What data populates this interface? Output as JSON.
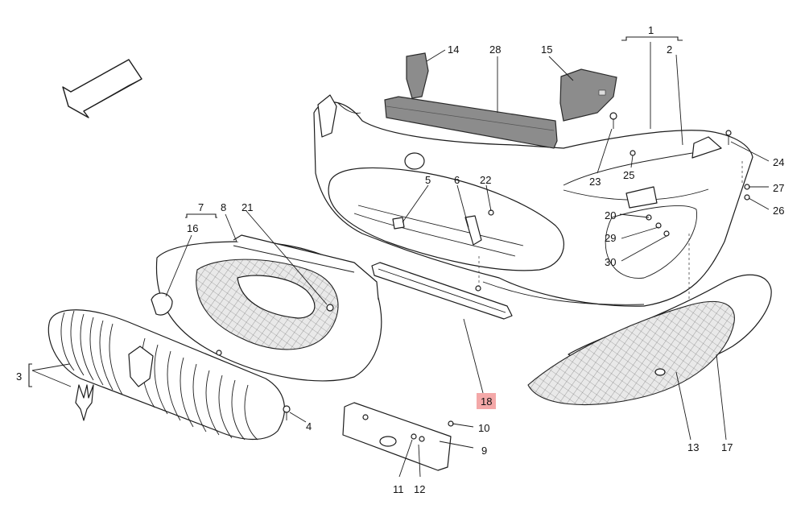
{
  "callouts": [
    {
      "id": "1",
      "text": "1"
    },
    {
      "id": "2",
      "text": "2"
    },
    {
      "id": "3",
      "text": "3"
    },
    {
      "id": "4",
      "text": "4"
    },
    {
      "id": "5",
      "text": "5"
    },
    {
      "id": "6",
      "text": "6"
    },
    {
      "id": "7",
      "text": "7"
    },
    {
      "id": "8",
      "text": "8"
    },
    {
      "id": "9",
      "text": "9"
    },
    {
      "id": "10",
      "text": "10"
    },
    {
      "id": "11",
      "text": "11"
    },
    {
      "id": "12",
      "text": "12"
    },
    {
      "id": "13",
      "text": "13"
    },
    {
      "id": "14",
      "text": "14"
    },
    {
      "id": "15",
      "text": "15"
    },
    {
      "id": "16",
      "text": "16"
    },
    {
      "id": "17",
      "text": "17"
    },
    {
      "id": "18",
      "text": "18",
      "highlighted": true
    },
    {
      "id": "20",
      "text": "20"
    },
    {
      "id": "21",
      "text": "21"
    },
    {
      "id": "22",
      "text": "22"
    },
    {
      "id": "23",
      "text": "23"
    },
    {
      "id": "24",
      "text": "24"
    },
    {
      "id": "25",
      "text": "25"
    },
    {
      "id": "26",
      "text": "26"
    },
    {
      "id": "27",
      "text": "27"
    },
    {
      "id": "28",
      "text": "28"
    },
    {
      "id": "29",
      "text": "29"
    },
    {
      "id": "30",
      "text": "30"
    }
  ],
  "colors": {
    "highlight": "#f4a8a8",
    "line": "#1c1c1c",
    "part_fill": "#ffffff",
    "dark_part_fill": "#8c8c8c"
  },
  "icons": [
    "direction-arrow-icon",
    "trident-emblem-icon"
  ]
}
